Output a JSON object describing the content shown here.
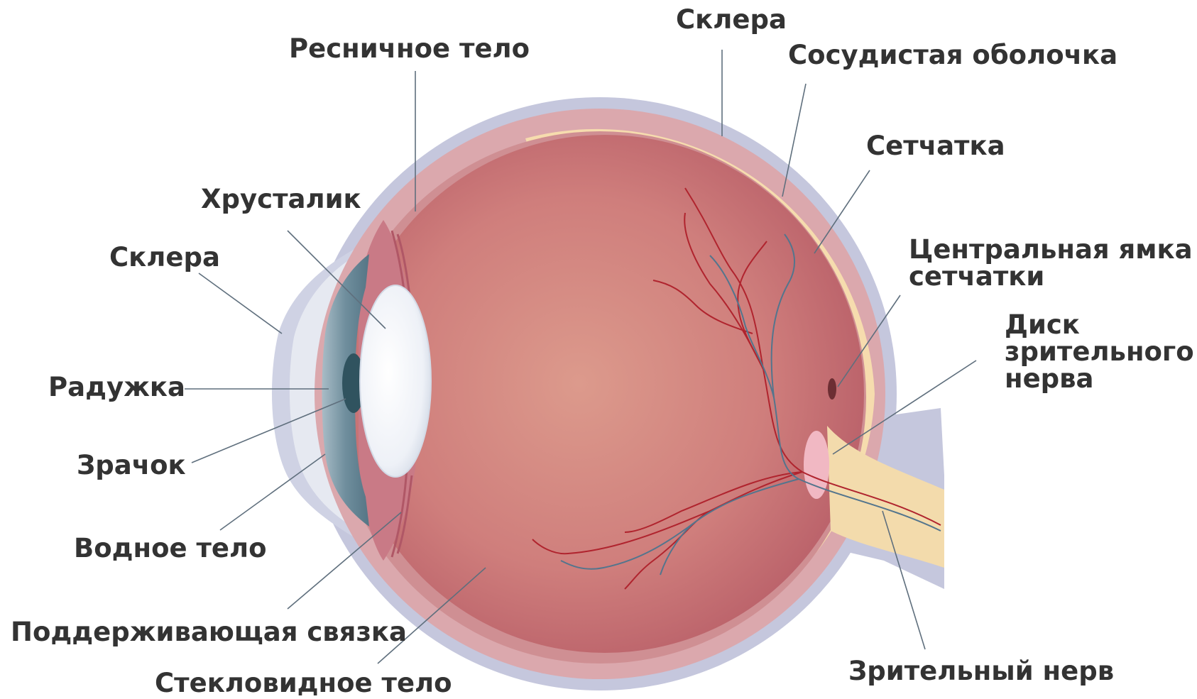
{
  "labels": {
    "sclera_top": "Склера",
    "ciliary_body": "Ресничное тело",
    "choroid": "Сосудистая оболочка",
    "retina": "Сетчатка",
    "lens": "Хрусталик",
    "sclera_left": "Склера",
    "fovea_line1": "Центральная ямка",
    "fovea_line2": "сетчатки",
    "optic_disc_line1": "Диск",
    "optic_disc_line2": "зрительного",
    "optic_disc_line3": "нерва",
    "iris": "Радужка",
    "pupil": "Зрачок",
    "aqueous": "Водное тело",
    "zonule": "Поддерживающая связка",
    "vitreous": "Стекловидное тело",
    "optic_nerve": "Зрительный нерв"
  },
  "colors": {
    "sclera": "#c5c7dd",
    "choroid": "#dba8ad",
    "retina_layer": "#f6dcae",
    "vitreous_center": "#d99088",
    "vitreous_edge": "#b9606a",
    "cornea": "#e4e8f0",
    "iris": "#6b8c9c",
    "lens": "#f4f6fa",
    "optic_nerve": "#f3dbac",
    "vessel_red": "#b0242e",
    "vessel_blue": "#53758d",
    "label_text": "#333333"
  }
}
